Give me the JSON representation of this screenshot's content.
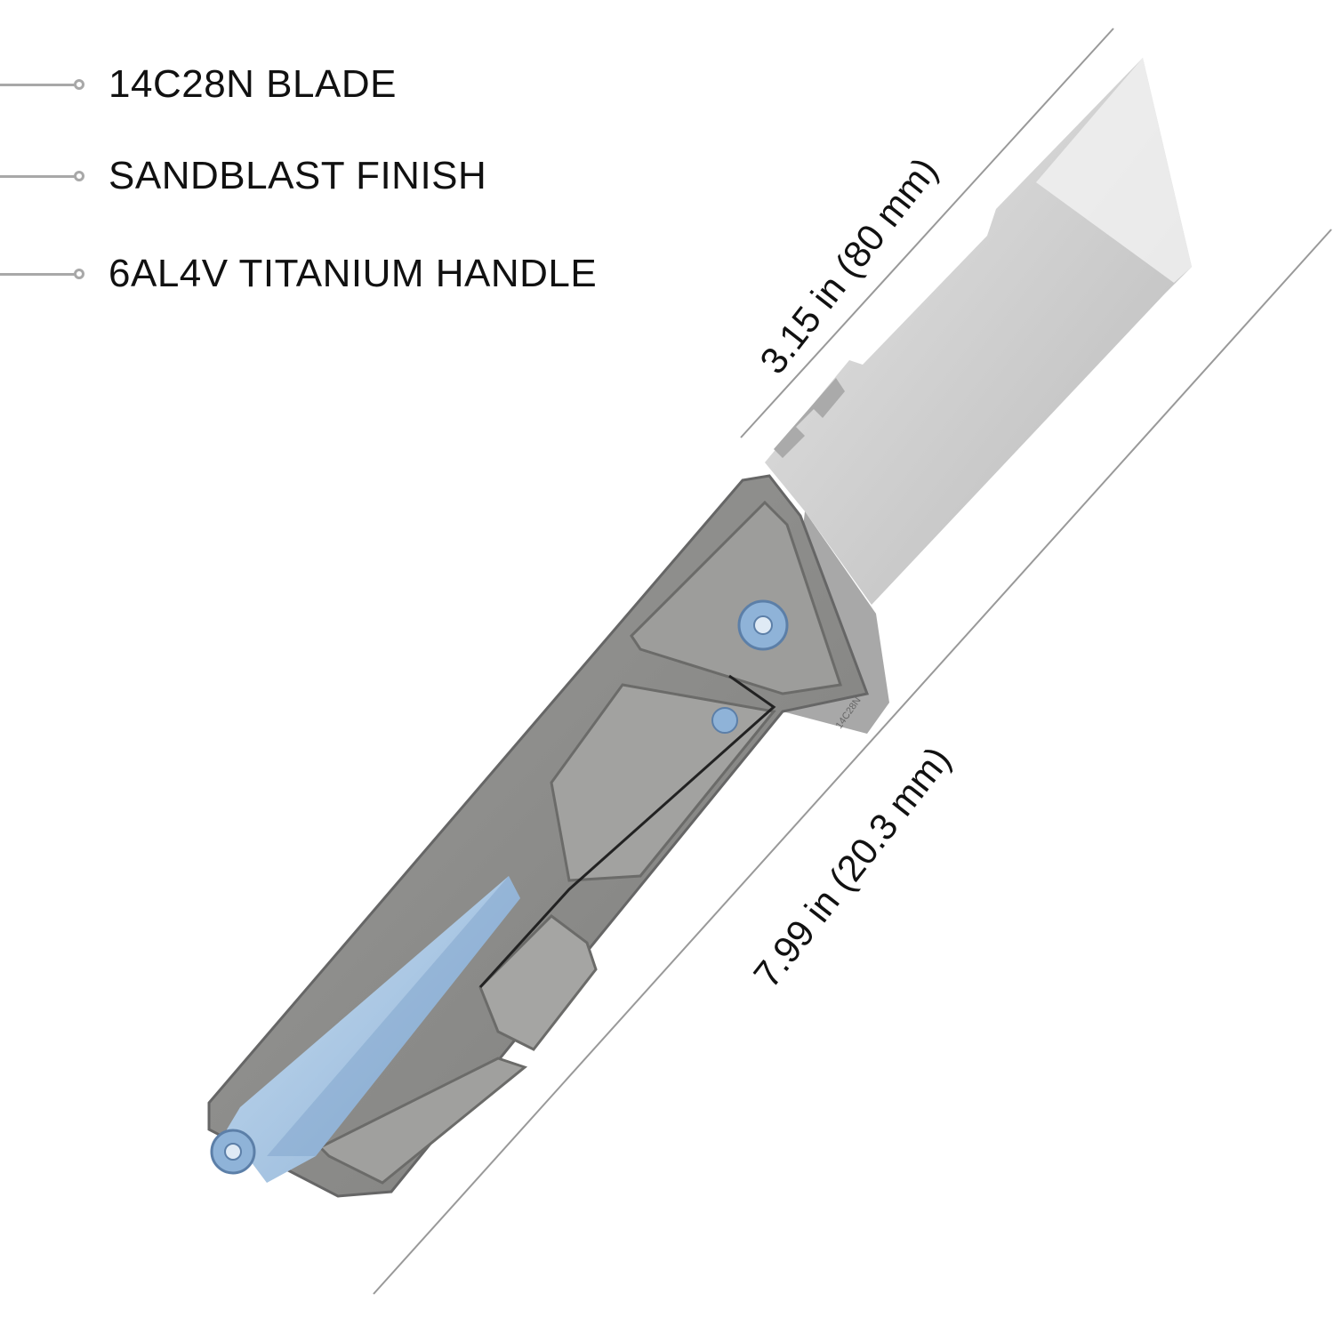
{
  "specs": [
    {
      "label": "14C28N BLADE"
    },
    {
      "label": "SANDBLAST FINISH"
    },
    {
      "label": "6AL4V TITANIUM HANDLE"
    }
  ],
  "dimensions": {
    "blade_length": "3.15 in (80 mm)",
    "overall_length": "7.99 in (20.3 mm)"
  },
  "blade_engraving": "14C28N",
  "colors": {
    "blade": "#c9c9c9",
    "handle": "#8e8e8c",
    "accent_blue": "#a9c7e3",
    "leader_line": "#a8a8a8"
  }
}
